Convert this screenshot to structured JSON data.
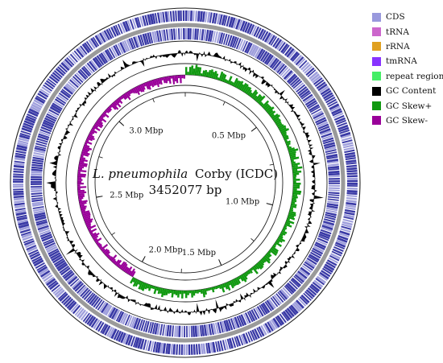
{
  "genome": {
    "name_italic": "L. pneumophila",
    "name_rest": "Corby (ICDC)",
    "length_label": "3452077 bp",
    "length_bp": 3452077
  },
  "ticks": [
    {
      "label": "0.5 Mbp",
      "position_bp": 500000
    },
    {
      "label": "1.0 Mbp",
      "position_bp": 1000000
    },
    {
      "label": "1.5 Mbp",
      "position_bp": 1500000
    },
    {
      "label": "2.0 Mbp",
      "position_bp": 2000000
    },
    {
      "label": "2.5 Mbp",
      "position_bp": 2500000
    },
    {
      "label": "3.0 Mbp",
      "position_bp": 3000000
    }
  ],
  "legend": [
    {
      "label": "CDS",
      "color": "#9999dd"
    },
    {
      "label": "tRNA",
      "color": "#cc66cc"
    },
    {
      "label": "rRNA",
      "color": "#e0a020"
    },
    {
      "label": "tmRNA",
      "color": "#8833ff"
    },
    {
      "label": "repeat region",
      "color": "#44ee66"
    },
    {
      "label": "GC Content",
      "color": "#000000"
    },
    {
      "label": "GC Skew+",
      "color": "#119911"
    },
    {
      "label": "GC Skew-",
      "color": "#990099"
    }
  ],
  "colors": {
    "cds_dark": "#3a3aa6",
    "cds_light": "#9f9fdc",
    "backbone": "#9a9a9a",
    "ring_line": "#222222"
  }
}
